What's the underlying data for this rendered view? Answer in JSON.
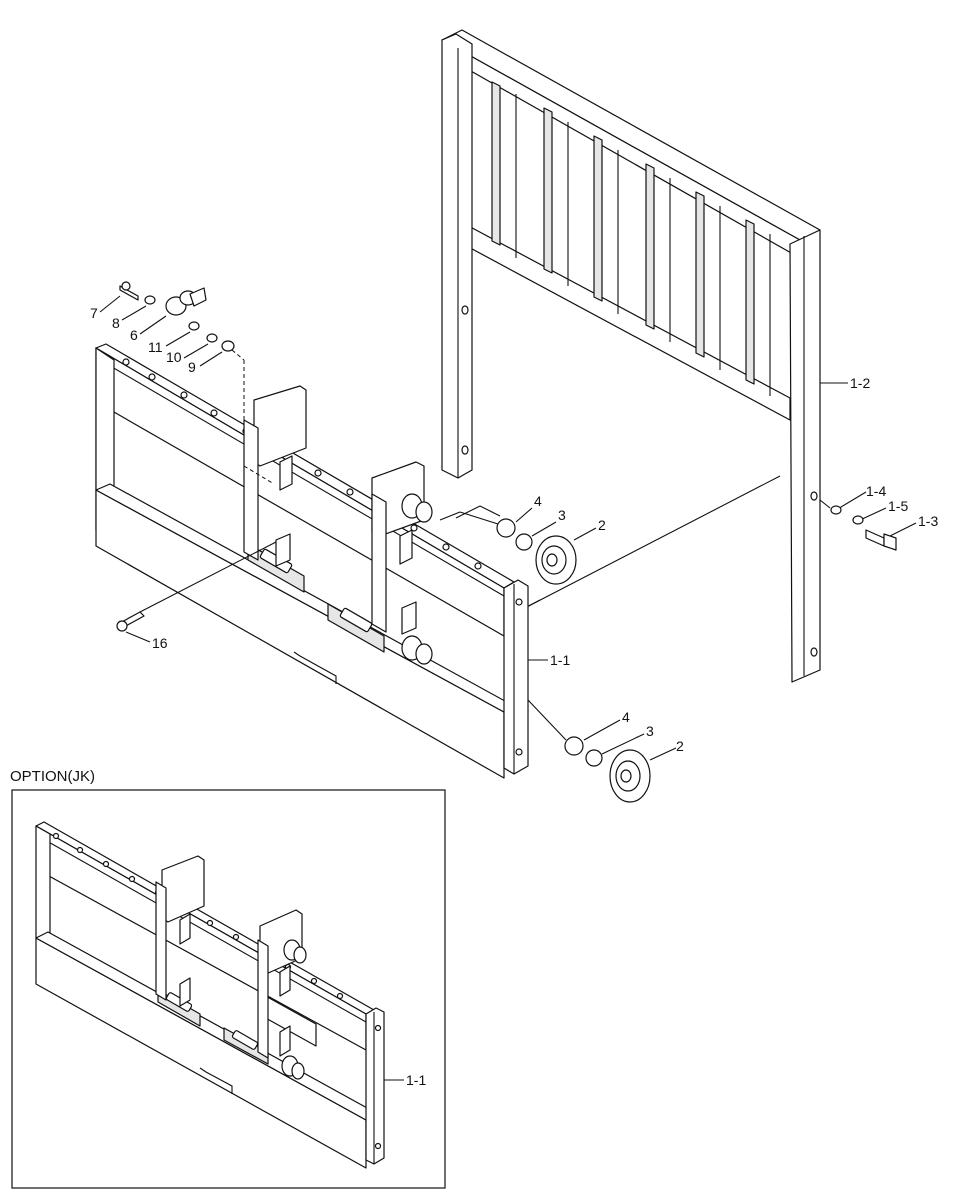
{
  "option_title": "OPTION(JK)",
  "callouts": {
    "c7": "7",
    "c8": "8",
    "c6": "6",
    "c11": "11",
    "c10": "10",
    "c9": "9",
    "c12": "1-2",
    "c14": "1-4",
    "c15": "1-5",
    "c13": "1-3",
    "c4a": "4",
    "c3a": "3",
    "c2a": "2",
    "c16": "16",
    "c11a": "1-1",
    "c4b": "4",
    "c3b": "3",
    "c2b": "2",
    "c11b": "1-1"
  }
}
